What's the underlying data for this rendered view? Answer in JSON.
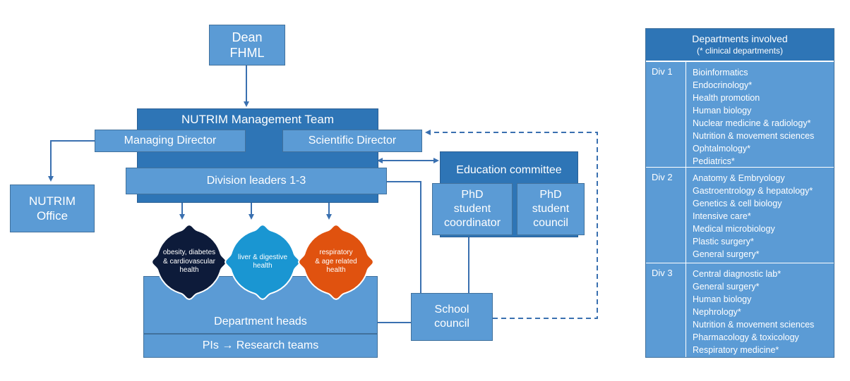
{
  "org": {
    "dean": "Dean\nFHML",
    "management_team": "NUTRIM Management Team",
    "managing_director": "Managing Director",
    "scientific_director": "Scientific Director",
    "division_leaders": "Division leaders 1-3",
    "office": "NUTRIM\nOffice",
    "education_committee": "Education committee",
    "phd_coordinator": "PhD\nstudent\ncoordinator",
    "phd_council": "PhD\nstudent\ncouncil",
    "school_council": "School\ncouncil",
    "department_heads": "Department heads",
    "pis": "PIs → Research teams"
  },
  "gears": [
    {
      "label": "obesity, diabetes\n& cardiovascular\nhealth",
      "color": "#0d1b3a"
    },
    {
      "label": "liver & digestive\nhealth",
      "color": "#1a96d2"
    },
    {
      "label": "respiratory\n& age related\nhealth",
      "color": "#e0520f"
    }
  ],
  "colors": {
    "light": "#5b9bd5",
    "dark": "#2e75b6",
    "line": "#3a70b0"
  },
  "departments": {
    "title": "Departments involved",
    "subtitle": "(* clinical departments)",
    "divisions": [
      {
        "name": "Div 1",
        "items": [
          "Bioinformatics",
          "Endocrinology*",
          "Health promotion",
          "Human biology",
          "Nuclear medicine & radiology*",
          "Nutrition & movement sciences",
          "Ophtalmology*",
          "Pediatrics*"
        ]
      },
      {
        "name": "Div 2",
        "items": [
          "Anatomy & Embryology",
          "Gastroentrology & hepatology*",
          "Genetics & cell biology",
          "Intensive care*",
          "Medical microbiology",
          "Plastic surgery*",
          "General surgery*"
        ]
      },
      {
        "name": "Div 3",
        "items": [
          "Central diagnostic lab*",
          "General surgery*",
          "Human biology",
          "Nephrology*",
          "Nutrition & movement sciences",
          "Pharmacology & toxicology",
          "Respiratory medicine*"
        ]
      }
    ]
  }
}
